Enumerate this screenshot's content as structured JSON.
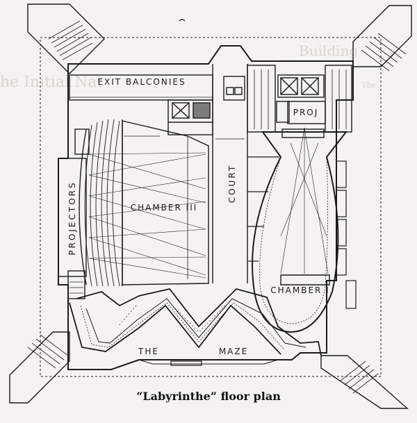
{
  "caption": "“Labyrinthe” floor plan",
  "rooms": {
    "exit_balconies": "EXIT BALCONIES",
    "proj": "PROJ",
    "projectors": "PROJECTORS",
    "court": "COURT",
    "chamber_iii": "CHAMBER III",
    "chamber_i": "CHAMBER I",
    "the": "THE",
    "maze": "MAZE"
  },
  "colors": {
    "ink": "#1a1a1a",
    "paper": "#f4f3ef"
  }
}
